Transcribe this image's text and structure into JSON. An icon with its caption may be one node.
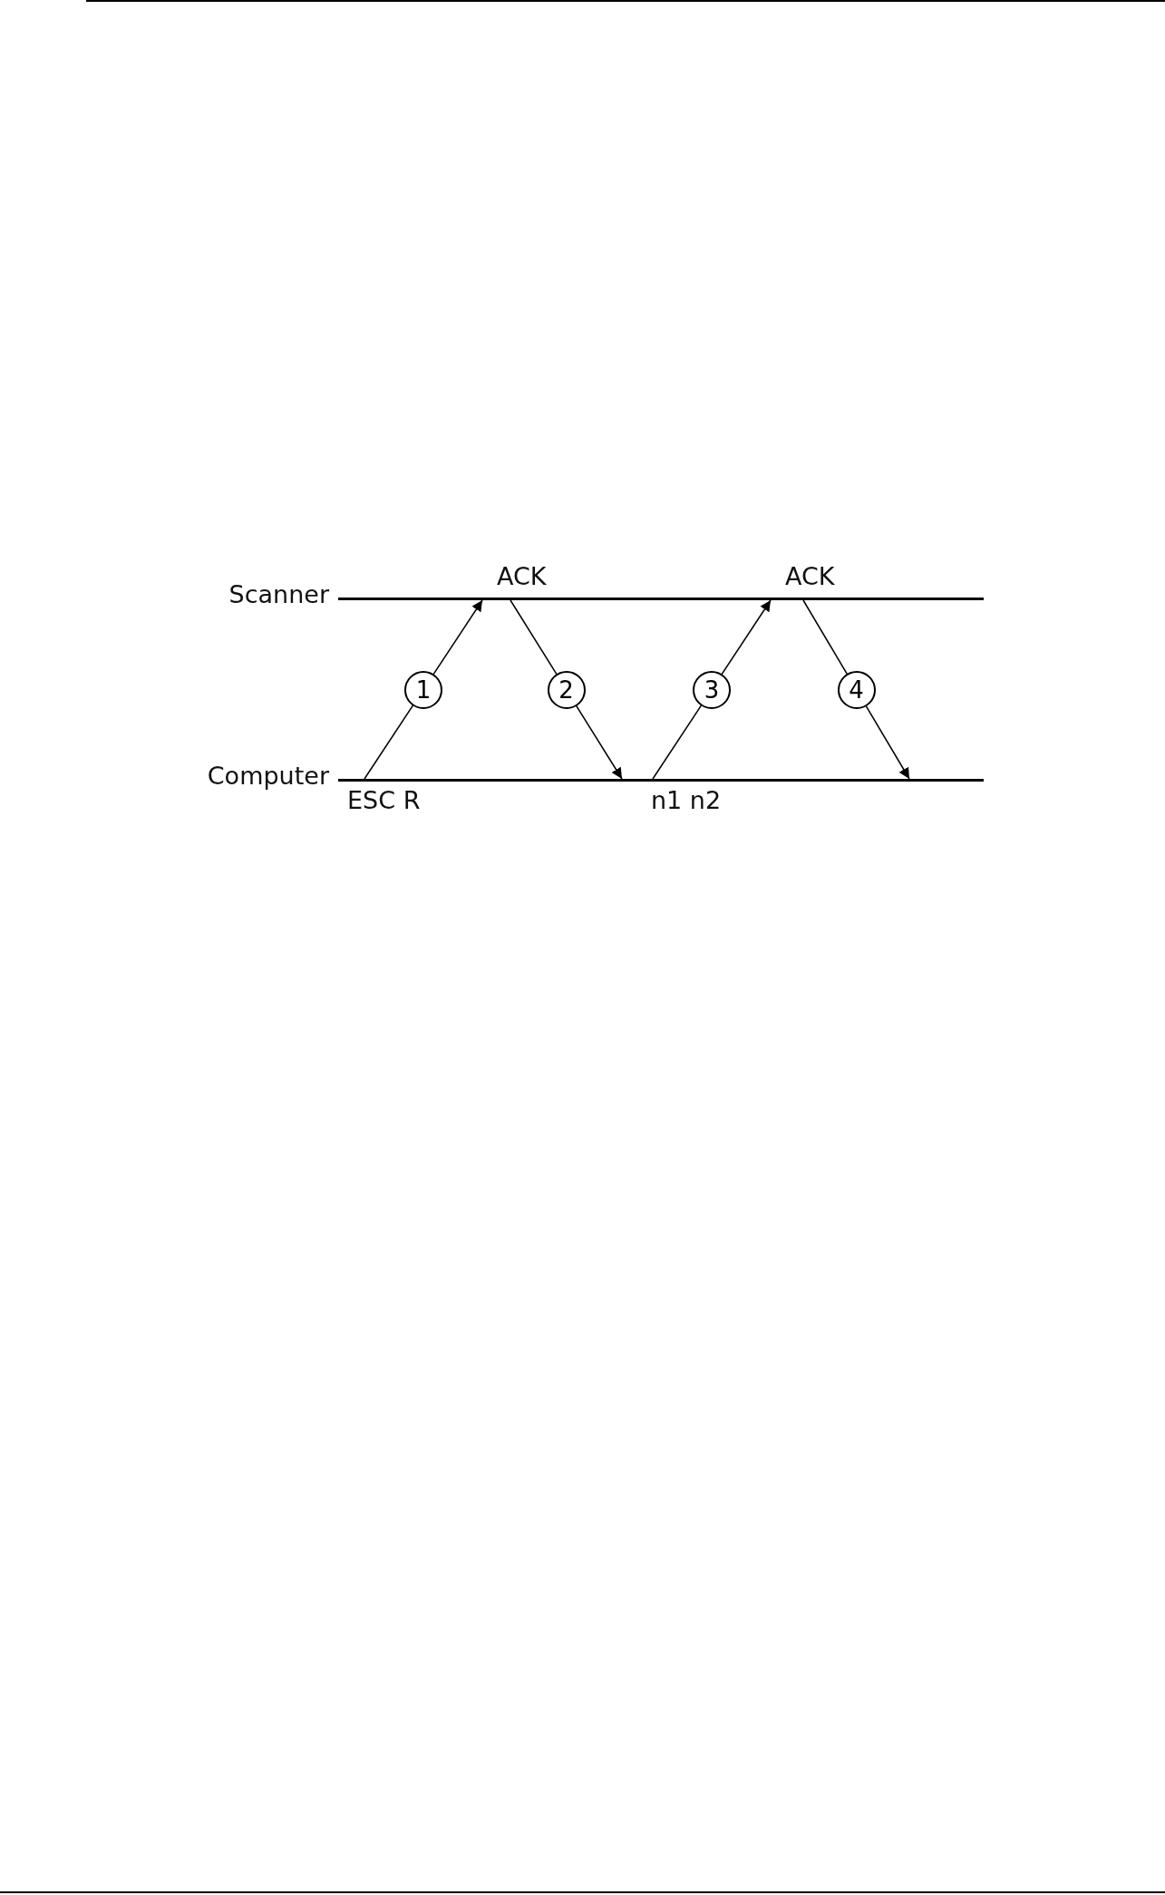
{
  "diagram": {
    "nodes": [
      {
        "text": [
          "Scanner"
        ]
      },
      {
        "text": [
          "Computer"
        ]
      }
    ],
    "edges": [
      {
        "from": 1,
        "to": 0,
        "arrow": "to",
        "label": "1"
      },
      {
        "from": 0,
        "to": 1,
        "arrow": "to",
        "label": "2"
      },
      {
        "from": 1,
        "to": 0,
        "arrow": "to",
        "label": "3"
      },
      {
        "from": 0,
        "to": 1,
        "arrow": "to",
        "label": "4"
      }
    ],
    "labels": [
      "ACK",
      "ACK",
      "ESC R",
      "n1 n2"
    ]
  }
}
